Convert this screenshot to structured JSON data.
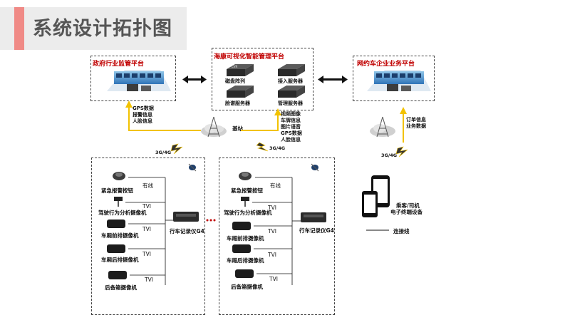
{
  "title": "系统设计拓扑图",
  "platforms": {
    "gov": "政府行业监管平台",
    "hik": "海康可视化智能管理平台",
    "ride": "网约车企业业务平台"
  },
  "servers": {
    "disk_array": "磁盘阵列",
    "access": "接入服务器",
    "face": "脸谱服务器",
    "mgmt": "管理服务器",
    "cvr": "CVR"
  },
  "left_info": [
    "GPS数据",
    "报警信息",
    "人脸信息"
  ],
  "mid_info": [
    "视频图像",
    "车牌信息",
    "图片语音",
    "GPS数据",
    "人脸信息"
  ],
  "right_info": [
    "订单信息",
    "业务数据"
  ],
  "base_station": "基站",
  "net_label": "3G/4G",
  "devices": {
    "alarm_button": "紧急报警按钮",
    "driver_cam": "驾驶行为分析摄像机",
    "cabin_cam": "车厢前排摄像机",
    "cabin_cam2": "车厢后排摄像机",
    "rear_cam": "后备箱摄像机",
    "recorder": "行车记录仪G4"
  },
  "links": {
    "wired": "有线",
    "tvi": "TVI"
  },
  "terminal": [
    "乘客/司机",
    "电子终端设备"
  ],
  "legend": "连接线"
}
